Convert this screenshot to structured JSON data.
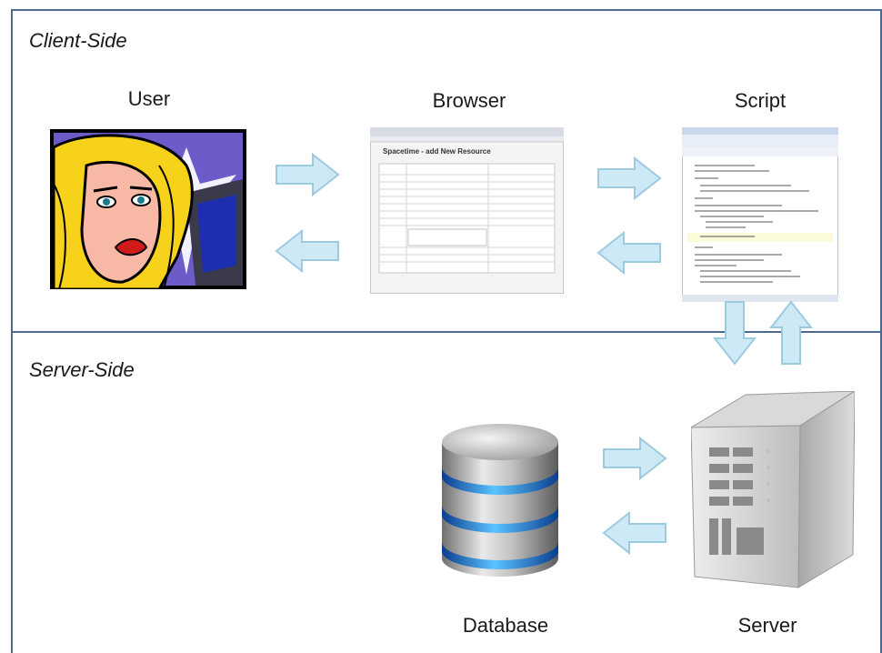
{
  "sections": {
    "client_label": "Client-Side",
    "server_label": "Server-Side"
  },
  "nodes": {
    "user": "User",
    "browser": "Browser",
    "script": "Script",
    "database": "Database",
    "server": "Server"
  },
  "browser_mock": {
    "heading": "Spacetime - add New Resource"
  },
  "colors": {
    "border": "#4a6b8f",
    "arrow_fill": "#cde9f6",
    "arrow_stroke": "#9ccbe0"
  },
  "icons": {
    "user": "user-cartoon-icon",
    "browser": "browser-window-icon",
    "script": "script-editor-icon",
    "database": "database-icon",
    "server": "server-tower-icon"
  }
}
